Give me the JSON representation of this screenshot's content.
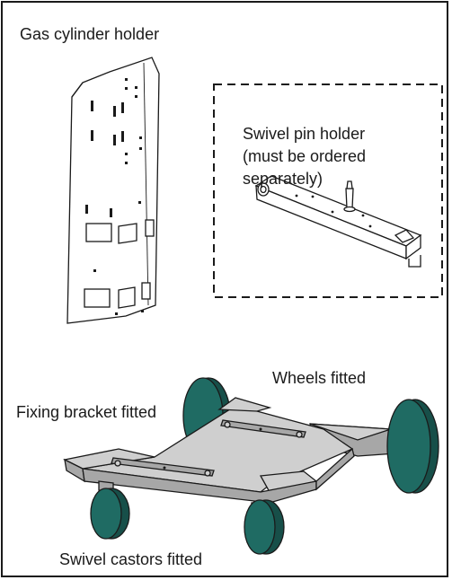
{
  "labels": {
    "gas_cylinder_holder": "Gas cylinder holder",
    "swivel_pin_holder": [
      "Swivel pin holder",
      "(must be ordered",
      "separately)"
    ],
    "wheels_fitted": "Wheels fitted",
    "fixing_bracket_fitted": "Fixing bracket fitted",
    "swivel_castors_fitted": "Swivel castors fitted"
  },
  "colors": {
    "wheel": "#1f6b63",
    "wheel_dark": "#174f49",
    "metal_top": "#cfcfcf",
    "metal_side": "#a7a7a7",
    "line": "#1a1a1a"
  }
}
